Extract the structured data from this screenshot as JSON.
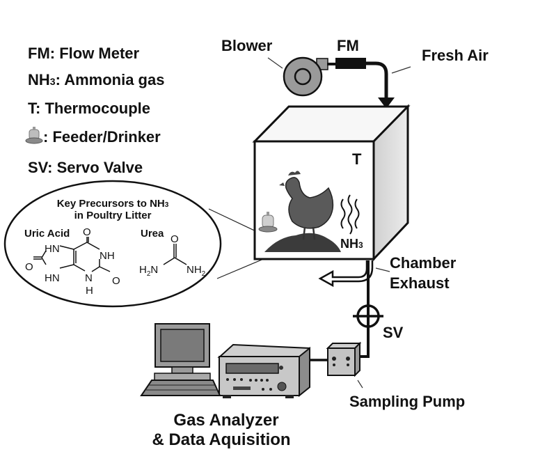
{
  "legend": {
    "items": [
      {
        "key": "FM",
        "text": "FM: Flow Meter"
      },
      {
        "key": "NH",
        "sub": "3",
        "text": ": Ammonia gas"
      },
      {
        "key": "T",
        "text": "T: Thermocouple"
      },
      {
        "key": "feeder",
        "icon": "feeder-drinker-icon",
        "text": ": Feeder/Drinker"
      },
      {
        "key": "SV",
        "text": "SV: Servo Valve"
      }
    ]
  },
  "components": {
    "blower": "Blower",
    "flow_meter": "FM",
    "fresh_air": "Fresh Air",
    "thermocouple": "T",
    "nh3_main": "NH",
    "nh3_sub": "3",
    "chamber_exhaust_1": "Chamber",
    "chamber_exhaust_2": "Exhaust",
    "servo_valve": "SV",
    "sampling_pump": "Sampling Pump",
    "gas_analyzer_1": "Gas Analyzer",
    "gas_analyzer_2": "& Data Aquisition"
  },
  "callout": {
    "title_1": "Key Precursors to NH",
    "title_1_sub": "3",
    "title_2": "in Poultry Litter",
    "uric_acid": {
      "name": "Uric Acid",
      "atoms": {
        "o_top": "O",
        "hn_top": "HN",
        "nh_right": "NH",
        "o_left": "O",
        "hn_bottom": "HN",
        "n_bottom": "N",
        "h_bottom": "H",
        "o_right": "O"
      }
    },
    "urea": {
      "name": "Urea",
      "atoms": {
        "o": "O",
        "h2n": "H",
        "h2n_sub": "2",
        "h2n_n": "N",
        "nh2": "NH",
        "nh2_sub": "2"
      }
    }
  }
}
